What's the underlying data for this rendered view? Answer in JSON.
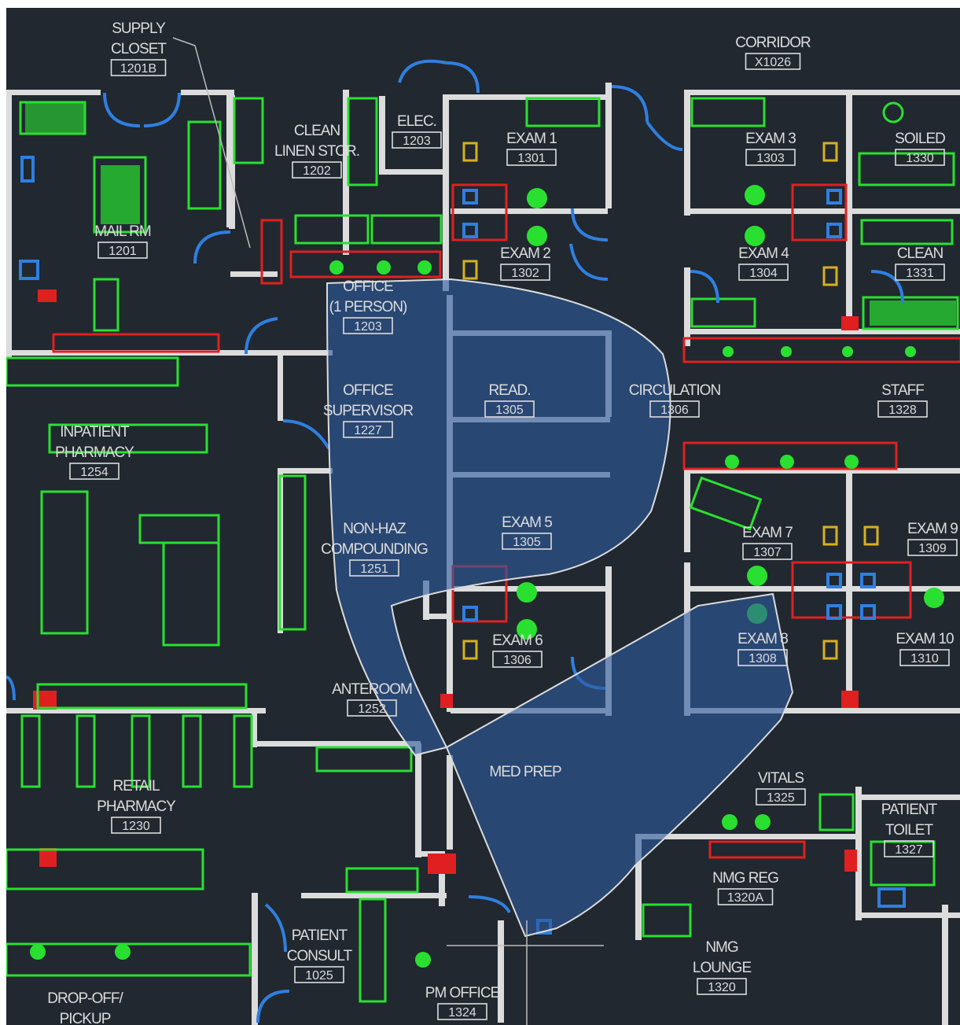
{
  "rooms": [
    {
      "id": "supply-closet",
      "lines": [
        "SUPPLY",
        "CLOSET"
      ],
      "number": "1201B"
    },
    {
      "id": "clean-linen-storage",
      "lines": [
        "CLEAN",
        "LINEN STOR."
      ],
      "number": "1202"
    },
    {
      "id": "elec",
      "lines": [
        "ELEC."
      ],
      "number": "1203"
    },
    {
      "id": "corridor",
      "lines": [
        "CORRIDOR"
      ],
      "number": "X1026"
    },
    {
      "id": "mail-room",
      "lines": [
        "MAIL RM"
      ],
      "number": "1201"
    },
    {
      "id": "exam-1",
      "lines": [
        "EXAM 1"
      ],
      "number": "1301"
    },
    {
      "id": "exam-2",
      "lines": [
        "EXAM 2"
      ],
      "number": "1302"
    },
    {
      "id": "exam-3",
      "lines": [
        "EXAM 3"
      ],
      "number": "1303"
    },
    {
      "id": "exam-4",
      "lines": [
        "EXAM 4"
      ],
      "number": "1304"
    },
    {
      "id": "soiled",
      "lines": [
        "SOILED"
      ],
      "number": "1330"
    },
    {
      "id": "clean",
      "lines": [
        "CLEAN"
      ],
      "number": "1331"
    },
    {
      "id": "office-person",
      "lines": [
        "OFFICE",
        "(1 PERSON)"
      ],
      "number": "1203"
    },
    {
      "id": "office-supervisor",
      "lines": [
        "OFFICE",
        "SUPERVISOR"
      ],
      "number": "1227"
    },
    {
      "id": "reading",
      "lines": [
        "READ."
      ],
      "number": "1305"
    },
    {
      "id": "circulation",
      "lines": [
        "CIRCULATION"
      ],
      "number": "1306"
    },
    {
      "id": "staff",
      "lines": [
        "STAFF"
      ],
      "number": "1328"
    },
    {
      "id": "inpatient-pharmacy",
      "lines": [
        "INPATIENT",
        "PHARMACY"
      ],
      "number": "1254"
    },
    {
      "id": "non-haz-compounding",
      "lines": [
        "NON-HAZ",
        "COMPOUNDING"
      ],
      "number": "1251"
    },
    {
      "id": "exam-5",
      "lines": [
        "EXAM 5"
      ],
      "number": "1305"
    },
    {
      "id": "exam-6",
      "lines": [
        "EXAM 6"
      ],
      "number": "1306"
    },
    {
      "id": "exam-7",
      "lines": [
        "EXAM 7"
      ],
      "number": "1307"
    },
    {
      "id": "exam-8",
      "lines": [
        "EXAM 8"
      ],
      "number": "1308"
    },
    {
      "id": "exam-9",
      "lines": [
        "EXAM 9"
      ],
      "number": "1309"
    },
    {
      "id": "exam-10",
      "lines": [
        "EXAM 10"
      ],
      "number": "1310"
    },
    {
      "id": "anteroom",
      "lines": [
        "ANTEROOM"
      ],
      "number": "1252"
    },
    {
      "id": "med-prep",
      "lines": [
        "MED PREP"
      ],
      "number": ""
    },
    {
      "id": "vitals",
      "lines": [
        "VITALS"
      ],
      "number": "1325"
    },
    {
      "id": "patient-toilet",
      "lines": [
        "PATIENT",
        "TOILET"
      ],
      "number": "1327"
    },
    {
      "id": "retail-pharmacy",
      "lines": [
        "RETAIL",
        "PHARMACY"
      ],
      "number": "1230"
    },
    {
      "id": "nmg-reg",
      "lines": [
        "NMG REG"
      ],
      "number": "1320A"
    },
    {
      "id": "patient-consult",
      "lines": [
        "PATIENT",
        "CONSULT"
      ],
      "number": "1025"
    },
    {
      "id": "pm-office",
      "lines": [
        "PM OFFICE"
      ],
      "number": "1324"
    },
    {
      "id": "nmg-lounge",
      "lines": [
        "NMG",
        "LOUNGE"
      ],
      "number": "1320"
    },
    {
      "id": "drop-off-pickup",
      "lines": [
        "DROP-OFF/",
        "PICKUP"
      ],
      "number": ""
    }
  ],
  "colors": {
    "background": "#212830",
    "walls": "#dcdcdc",
    "furniture": "#29e030",
    "casework": "#e02020",
    "doors": "#2f7fe0",
    "overlay": "#2e5a9c"
  }
}
